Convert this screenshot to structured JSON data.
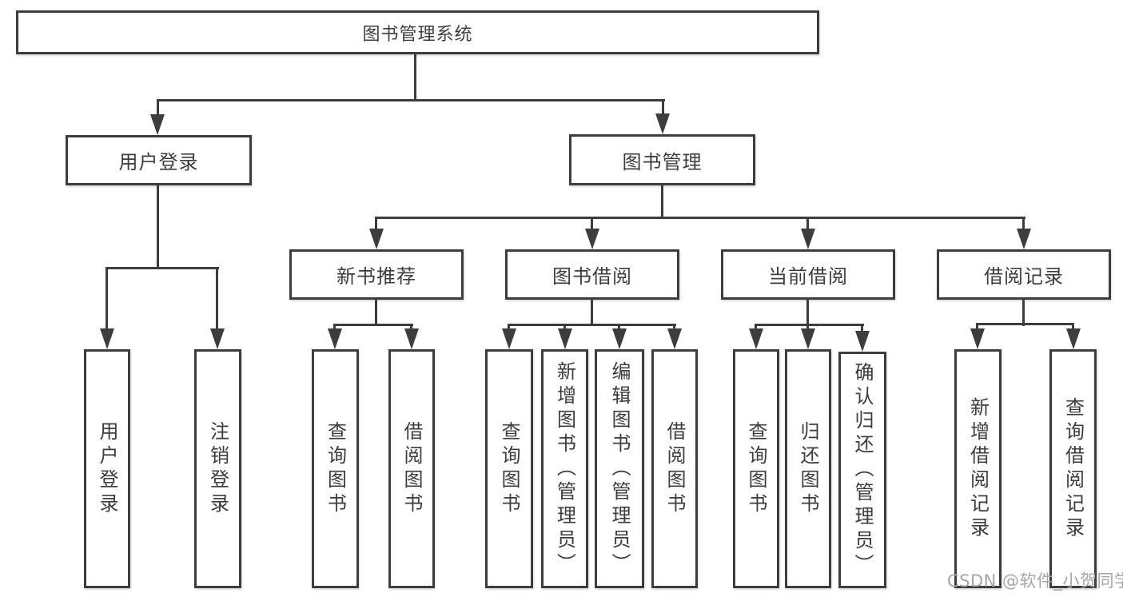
{
  "diagram": {
    "root": {
      "label": "图书管理系统"
    },
    "branches": [
      {
        "label": "用户登录",
        "children": [
          {
            "label": "用户登录"
          },
          {
            "label": "注销登录"
          }
        ]
      },
      {
        "label": "图书管理",
        "children": [
          {
            "label": "新书推荐",
            "children": [
              {
                "label": "查询图书"
              },
              {
                "label": "借阅图书"
              }
            ]
          },
          {
            "label": "图书借阅",
            "children": [
              {
                "label": "查询图书"
              },
              {
                "label": "新增图书（管理员）"
              },
              {
                "label": "编辑图书（管理员）"
              },
              {
                "label": "借阅图书"
              }
            ]
          },
          {
            "label": "当前借阅",
            "children": [
              {
                "label": "查询图书"
              },
              {
                "label": "归还图书"
              },
              {
                "label": "确认归还（管理员）"
              }
            ]
          },
          {
            "label": "借阅记录",
            "children": [
              {
                "label": "新增借阅记录"
              },
              {
                "label": "查询借阅记录"
              }
            ]
          }
        ]
      }
    ]
  },
  "watermark": {
    "text": "CSDN @软件_小贺同学"
  },
  "colors": {
    "line_color": "#3d3d3d",
    "text_color": "#3c3c3c",
    "box_bg": "#ffffff",
    "page_bg": "#ffffff",
    "watermark_color": "#a6a6a6"
  }
}
